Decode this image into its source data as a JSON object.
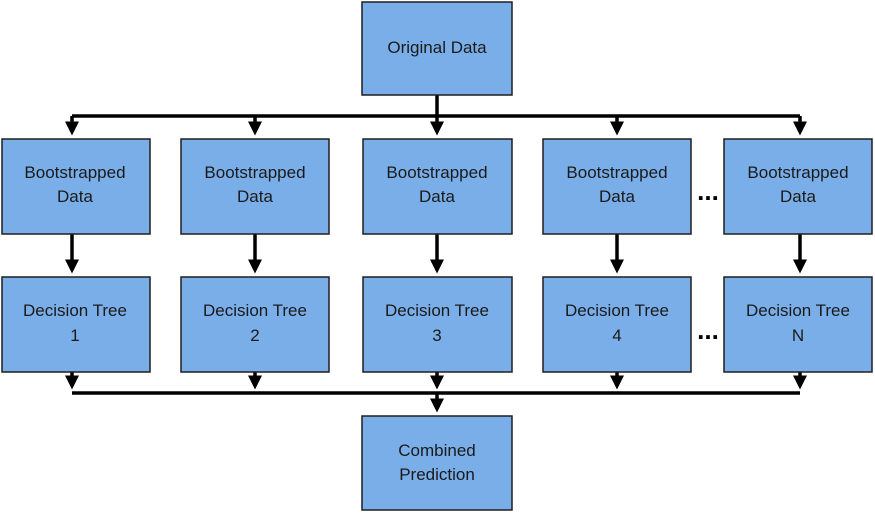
{
  "root": {
    "label": "Original Data"
  },
  "bootstrapped": [
    {
      "line1": "Bootstrapped",
      "line2": "Data"
    },
    {
      "line1": "Bootstrapped",
      "line2": "Data"
    },
    {
      "line1": "Bootstrapped",
      "line2": "Data"
    },
    {
      "line1": "Bootstrapped",
      "line2": "Data"
    },
    {
      "line1": "Bootstrapped",
      "line2": "Data"
    }
  ],
  "trees": [
    {
      "line1": "Decision Tree",
      "line2": "1"
    },
    {
      "line1": "Decision Tree",
      "line2": "2"
    },
    {
      "line1": "Decision Tree",
      "line2": "3"
    },
    {
      "line1": "Decision Tree",
      "line2": "4"
    },
    {
      "line1": "Decision Tree",
      "line2": "N"
    }
  ],
  "ellipsis": "...",
  "output": {
    "line1": "Combined",
    "line2": "Prediction"
  },
  "colors": {
    "box_fill": "#7aaee8",
    "box_stroke": "#1f1f1f",
    "arrow": "#000000"
  }
}
